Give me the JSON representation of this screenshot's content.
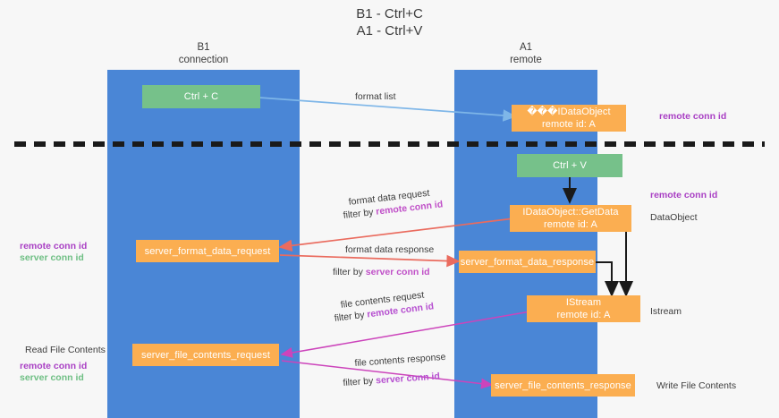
{
  "diagram": {
    "title": "B1 - Ctrl+C\nA1 - Ctrl+V",
    "lanes": [
      {
        "id": "b1",
        "label": "B1\nconnection",
        "color": "#4a86d6"
      },
      {
        "id": "a1",
        "label": "A1\nremote",
        "color": "#4a86d6"
      }
    ],
    "boxes": [
      {
        "id": "ctrl-c",
        "label": "Ctrl + C",
        "color": "#76c18a"
      },
      {
        "id": "idataobject",
        "label": "���IDataObject\nremote id: A",
        "color": "#fbae51"
      },
      {
        "id": "ctrl-v",
        "label": "Ctrl + V",
        "color": "#76c18a"
      },
      {
        "id": "getdata",
        "label": "IDataObject::GetData\nremote id: A",
        "color": "#fbae51"
      },
      {
        "id": "server-format-data-request",
        "label": "server_format_data_request",
        "color": "#fbae51"
      },
      {
        "id": "server-format-data-response",
        "label": "server_format_data_response",
        "color": "#fbae51"
      },
      {
        "id": "istream",
        "label": "IStream\nremote id: A",
        "color": "#fbae51"
      },
      {
        "id": "server-file-contents-request",
        "label": "server_file_contents_request",
        "color": "#fbae51"
      },
      {
        "id": "server-file-contents-response",
        "label": "server_file_contents_response",
        "color": "#fbae51"
      }
    ],
    "flow_labels": {
      "format_list": "format list",
      "format_data_request": "format data request",
      "format_data_request_filter_prefix": "filter by ",
      "format_data_request_filter_key": "remote conn id",
      "format_data_response": "format data response",
      "format_data_response_filter_prefix": "filter by ",
      "format_data_response_filter_key": "server conn id",
      "file_contents_request": "file contents request",
      "file_contents_request_filter_prefix": "filter by ",
      "file_contents_request_filter_key": "remote conn id",
      "file_contents_response": "file contents response",
      "file_contents_response_filter_prefix": "filter by ",
      "file_contents_response_filter_key": "server conn id"
    },
    "annotations": {
      "right_remote_conn_id_top": "remote conn id",
      "right_remote_conn_id_mid": "remote conn id",
      "right_dataobject": "DataObject",
      "right_istream": "Istream",
      "right_write_file_contents": "Write File Contents",
      "left_remote_conn_id_mid": "remote conn id",
      "left_server_conn_id_mid": "server conn id",
      "left_read_file_contents": "Read File Contents",
      "left_remote_conn_id_bottom": "remote conn id",
      "left_server_conn_id_bottom": "server conn id"
    },
    "colors": {
      "lane": "#4a86d6",
      "green_box": "#76c18a",
      "orange_box": "#fbae51",
      "purple_text": "#a93fc4",
      "green_text": "#6fbf84",
      "arrow_blue": "#7eb6e8",
      "arrow_red": "#ea6b5e",
      "arrow_magenta": "#cc44bb",
      "arrow_black": "#1a1a1a",
      "divider": "#1a1a1a",
      "background": "#f7f7f7"
    }
  }
}
